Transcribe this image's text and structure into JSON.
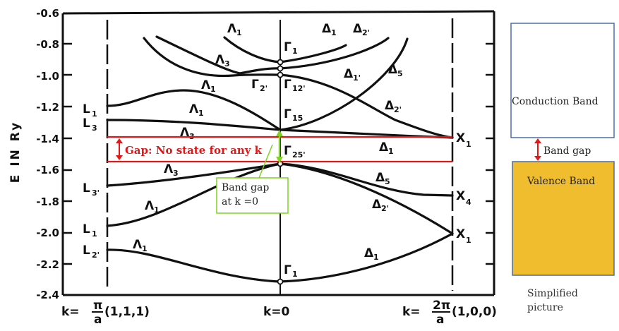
{
  "chart_data": {
    "type": "line",
    "title": "",
    "ylabel": "E IN Ry",
    "ylim": [
      -2.4,
      -0.6
    ],
    "yticks": [
      "-0.6",
      "-0.8",
      "-1.0",
      "-1.2",
      "-1.4",
      "-1.6",
      "-1.8",
      "-2.0",
      "-2.2",
      "-2.4"
    ],
    "x_tick_labels": [
      "k=π/a(1,1,1)",
      "k=0",
      "k=2π/a(1,0,0)"
    ],
    "grid": false,
    "symmetry_points": {
      "L": [
        {
          "label": "L1",
          "E": -1.19
        },
        {
          "label": "L3",
          "E": -1.28
        },
        {
          "label": "L3'",
          "E": -1.7
        },
        {
          "label": "L1",
          "E": -1.96
        },
        {
          "label": "L2'",
          "E": -2.11
        }
      ],
      "Gamma": [
        {
          "label": "Γ1",
          "E": -0.88
        },
        {
          "label": "Γ2'",
          "E": -0.97
        },
        {
          "label": "Γ12'",
          "E": -1.01
        },
        {
          "label": "Γ15",
          "E": -1.36
        },
        {
          "label": "Γ25'",
          "E": -1.55
        },
        {
          "label": "Γ1",
          "E": -2.31
        }
      ],
      "X": [
        {
          "label": "X1",
          "E": -1.4
        },
        {
          "label": "X4",
          "E": -1.77
        },
        {
          "label": "X1",
          "E": -2.03
        }
      ]
    },
    "branch_labels": {
      "Lambda": [
        "Λ1",
        "Λ3",
        "Λ1",
        "Λ1",
        "Λ3",
        "Λ3",
        "Λ1",
        "Λ1"
      ],
      "Delta": [
        "Δ1",
        "Δ2'",
        "Δ1'",
        "Δ5",
        "Δ2'",
        "Δ1",
        "Δ5",
        "Δ2'",
        "Δ1"
      ]
    },
    "series": [
      {
        "name": "valence Λ1 (L2'→Γ1)",
        "x": [
          -1,
          -0.5,
          0
        ],
        "E": [
          -2.11,
          -2.2,
          -2.31
        ]
      },
      {
        "name": "valence Δ1 (Γ1→X1)",
        "x": [
          0,
          0.5,
          1
        ],
        "E": [
          -2.31,
          -2.2,
          -2.03
        ]
      },
      {
        "name": "valence Λ1 (L1→Γ25')",
        "x": [
          -1,
          -0.5,
          0
        ],
        "E": [
          -1.96,
          -1.8,
          -1.55
        ]
      },
      {
        "name": "valence Λ3 (L3'→Γ25')",
        "x": [
          -1,
          -0.5,
          0
        ],
        "E": [
          -1.7,
          -1.66,
          -1.55
        ]
      },
      {
        "name": "valence Δ5 (Γ25'→X4)",
        "x": [
          0,
          0.5,
          1
        ],
        "E": [
          -1.55,
          -1.68,
          -1.77
        ]
      },
      {
        "name": "valence Δ2' (Γ25'→X1)",
        "x": [
          0,
          0.5,
          1
        ],
        "E": [
          -1.55,
          -1.7,
          -2.03
        ]
      },
      {
        "name": "conduction Λ3 (L3→Γ15)",
        "x": [
          -1,
          -0.5,
          0
        ],
        "E": [
          -1.28,
          -1.31,
          -1.36
        ]
      },
      {
        "name": "conduction Λ1 (L1→Γ15)",
        "x": [
          -1,
          -0.5,
          0
        ],
        "E": [
          -1.19,
          -1.11,
          -1.36
        ]
      },
      {
        "name": "conduction Δ1 (Γ15→X1)",
        "x": [
          0,
          0.5,
          1
        ],
        "E": [
          -1.36,
          -1.38,
          -1.4
        ]
      },
      {
        "name": "conduction Δ2' (Γ12'→X1)",
        "x": [
          0,
          0.5,
          1
        ],
        "E": [
          -1.01,
          -1.15,
          -1.4
        ]
      },
      {
        "name": "conduction Δ1' (Γ2'→upper)",
        "x": [
          0,
          0.3,
          0.6
        ],
        "E": [
          -0.97,
          -0.9,
          -0.7
        ]
      }
    ],
    "annotations": {
      "gap_label": "Gap: No state for any k",
      "gap_range": [
        -1.4,
        -1.55
      ],
      "band_gap_note": [
        "Band gap",
        "at k =0"
      ]
    }
  },
  "simplified": {
    "conduction_label": "Conduction Band",
    "gap_label": "Band gap",
    "valence_label": "Valence Band",
    "caption_line1": "Simplified",
    "caption_line2": "picture",
    "valence_color": "#f0bd2e",
    "border_color": "#4a6fa5"
  },
  "colors": {
    "gap": "#e01818",
    "gamma_gap": "#7ed321",
    "ink": "#111111"
  },
  "labels": {
    "ylabel": "E IN Ry",
    "yticks": [
      "-0.6",
      "-0.8",
      "-1.0",
      "-1.2",
      "-1.4",
      "-1.6",
      "-1.8",
      "-2.0",
      "-2.2",
      "-2.4"
    ],
    "L": [
      "L",
      "1",
      "L",
      "3",
      "L",
      "3'",
      "L",
      "1",
      "L",
      "2'"
    ],
    "X": [
      "X",
      "1",
      "X",
      "4",
      "X",
      "1"
    ],
    "x_left_a": "k=",
    "x_left_b": "π",
    "x_left_c": "a",
    "x_left_d": "(1,1,1)",
    "x_mid": "k=0",
    "x_right_a": "k=",
    "x_right_b": "2π",
    "x_right_c": "a",
    "x_right_d": "(1,0,0)"
  },
  "greek": {
    "lam": "Λ",
    "del": "Δ",
    "gam": "Γ",
    "s1": "1",
    "s3": "3",
    "s5": "5",
    "s2p": "2'",
    "s1p": "1'",
    "g12p": "12'",
    "g15": "15",
    "g25p": "25'"
  }
}
